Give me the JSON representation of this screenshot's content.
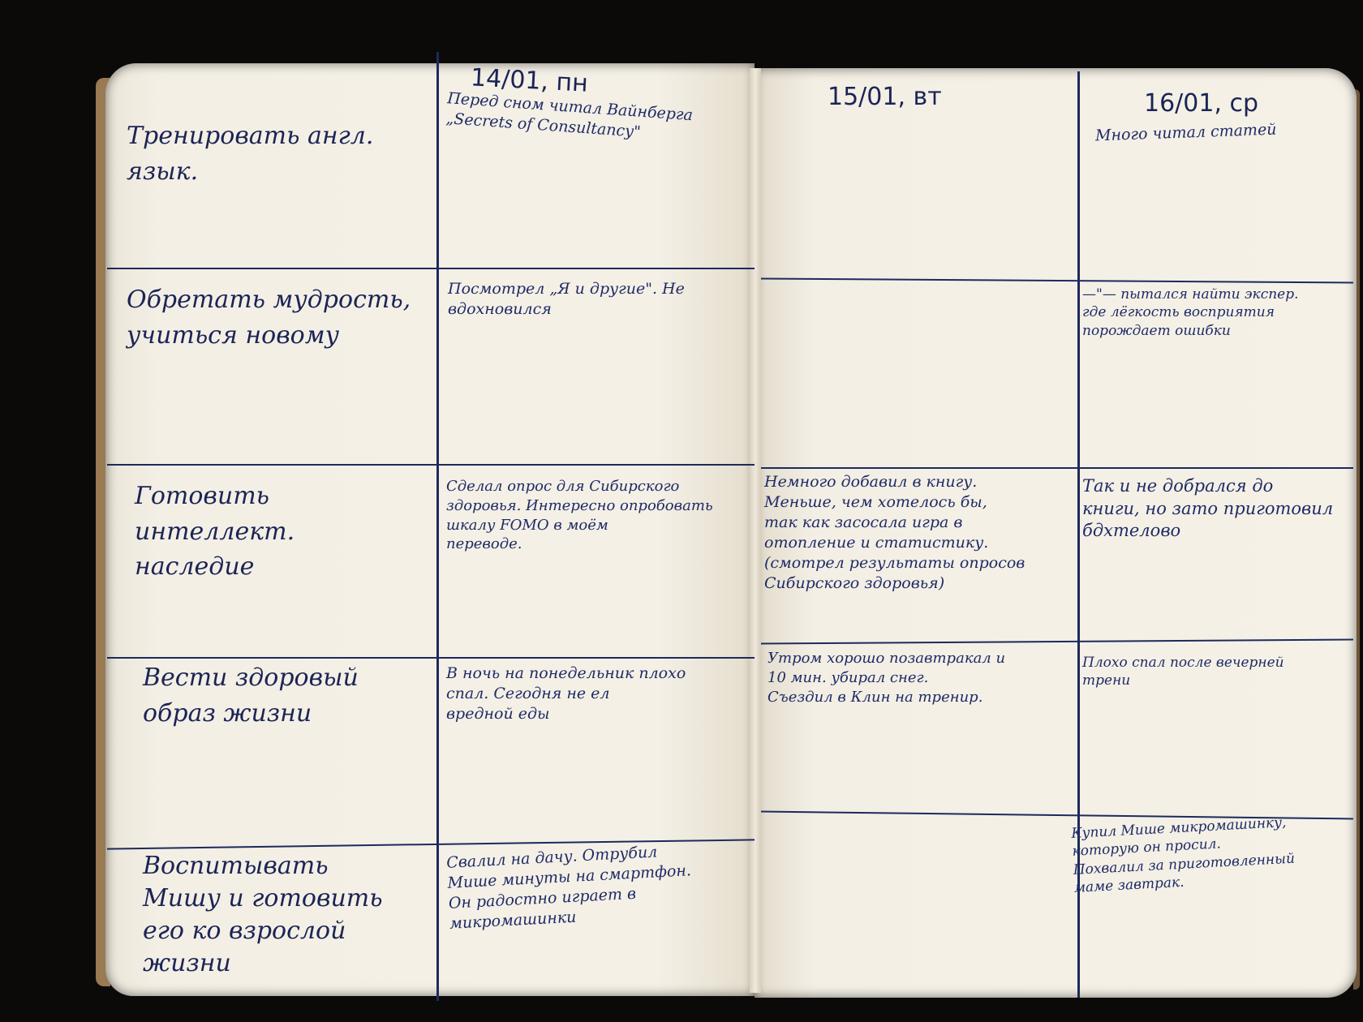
{
  "columns": {
    "day1": "14/01, пн",
    "day2": "15/01, вт",
    "day3": "16/01, ср"
  },
  "rows": [
    {
      "goal": "Тренировать англ.\nязык.",
      "day1": "Перед сном читал Вайнберга\n„Secrets of Consultancy\"",
      "day2": "",
      "day3": "Много читал статей"
    },
    {
      "goal": "Обретать мудрость,\nучиться новому",
      "day1": "Посмотрел „Я и другие\". Не\nвдохновился",
      "day2": "",
      "day3": "—\"— пытался найти экспер.\nгде лёгкость восприятия\nпорождает ошибки"
    },
    {
      "goal": "Готовить интеллект.\nнаследие",
      "day1": "Сделал опрос для Сибирского\nздоровья. Интересно опробовать\nшкалу FOMO в моём\nпереводе.",
      "day2": "Немного добавил в книгу.\nМеньше, чем хотелось бы,\nтак как засосала игра в\nотопление и статистику.\n(смотрел результаты опросов\nСибирского здоровья)",
      "day3": "Так и не добрался до\nкниги, но зато приготовил\nбдхтелово"
    },
    {
      "goal": "Вести здоровый\nобраз жизни",
      "day1": "В ночь на понедельник плохо\nспал. Сегодня не ел\nвредной еды",
      "day2": "Утром хорошо позавтракал и\n10 мин. убирал снег.\nСъездил в Клин на тренир.",
      "day3": "Плохо спал после вечерней\nтрени"
    },
    {
      "goal": "Воспитывать\nМишу и готовить\nего ко взрослой\nжизни",
      "day1": "Свалил на дачу. Отрубил\nМише минуты на смартфон.\nОн радостно играет в\nмикромашинки",
      "day2": "",
      "day3": "Купил Мише микромашинку,\nкоторую он просил.\nПохвалил за приготовленный\nмаме завтрак."
    }
  ]
}
